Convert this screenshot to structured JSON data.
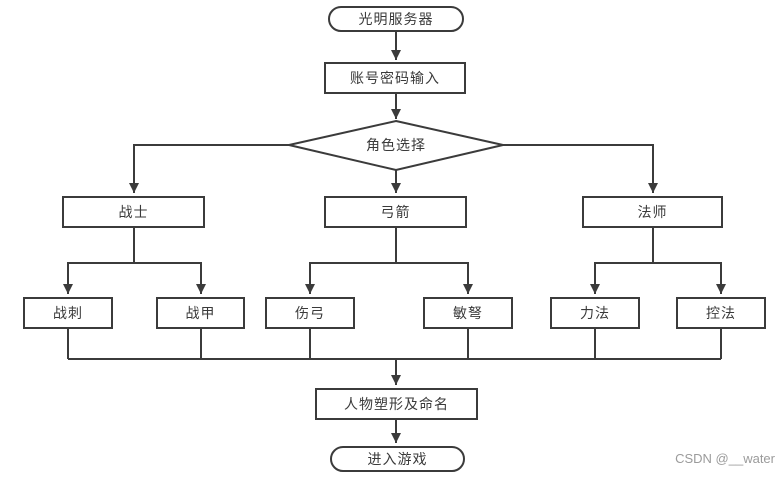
{
  "colors": {
    "line": "#3b3b3b",
    "node_border": "#3b3b3b",
    "node_fill": "#ffffff",
    "text": "#3a3a3a",
    "watermark": "#9b9b9b",
    "background": "#ffffff"
  },
  "watermark": {
    "text": "CSDN @__water"
  },
  "flowchart": {
    "nodes": {
      "server": {
        "label": "光明服务器",
        "shape": "terminator"
      },
      "login": {
        "label": "账号密码输入",
        "shape": "process"
      },
      "role_select": {
        "label": "角色选择",
        "shape": "decision"
      },
      "warrior": {
        "label": "战士",
        "shape": "process"
      },
      "archer": {
        "label": "弓箭",
        "shape": "process"
      },
      "mage": {
        "label": "法师",
        "shape": "process"
      },
      "warrior_spike": {
        "label": "战刺",
        "shape": "process"
      },
      "warrior_armor": {
        "label": "战甲",
        "shape": "process"
      },
      "damage_bow": {
        "label": "伤弓",
        "shape": "process"
      },
      "agile_crossbow": {
        "label": "敏弩",
        "shape": "process"
      },
      "strength_mage": {
        "label": "力法",
        "shape": "process"
      },
      "control_mage": {
        "label": "控法",
        "shape": "process"
      },
      "naming": {
        "label": "人物塑形及命名",
        "shape": "process"
      },
      "enter_game": {
        "label": "进入游戏",
        "shape": "terminator"
      }
    },
    "edges": [
      {
        "from": "server",
        "to": "login"
      },
      {
        "from": "login",
        "to": "role_select"
      },
      {
        "from": "role_select",
        "to": "warrior"
      },
      {
        "from": "role_select",
        "to": "archer"
      },
      {
        "from": "role_select",
        "to": "mage"
      },
      {
        "from": "warrior",
        "to": "warrior_spike"
      },
      {
        "from": "warrior",
        "to": "warrior_armor"
      },
      {
        "from": "archer",
        "to": "damage_bow"
      },
      {
        "from": "archer",
        "to": "agile_crossbow"
      },
      {
        "from": "mage",
        "to": "strength_mage"
      },
      {
        "from": "mage",
        "to": "control_mage"
      },
      {
        "from": "warrior_spike",
        "to": "naming"
      },
      {
        "from": "warrior_armor",
        "to": "naming"
      },
      {
        "from": "damage_bow",
        "to": "naming"
      },
      {
        "from": "agile_crossbow",
        "to": "naming"
      },
      {
        "from": "strength_mage",
        "to": "naming"
      },
      {
        "from": "control_mage",
        "to": "naming"
      },
      {
        "from": "naming",
        "to": "enter_game"
      }
    ]
  }
}
